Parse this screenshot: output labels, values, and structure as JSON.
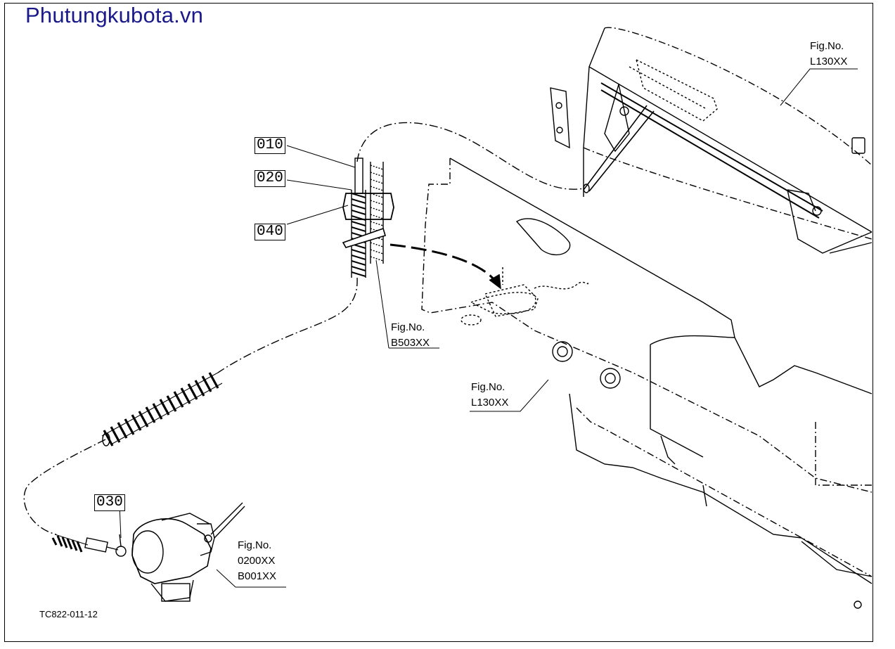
{
  "watermark": "Phutungkubota.vn",
  "drawing_code": "TC822-011-12",
  "part_numbers": [
    {
      "id": "010"
    },
    {
      "id": "020"
    },
    {
      "id": "040"
    },
    {
      "id": "030"
    }
  ],
  "fig_refs": [
    {
      "label": "Fig.No.",
      "codes": [
        "L130XX"
      ]
    },
    {
      "label": "Fig.No.",
      "codes": [
        "B503XX"
      ]
    },
    {
      "label": "Fig.No.",
      "codes": [
        "L130XX"
      ]
    },
    {
      "label": "Fig.No.",
      "codes": [
        "0200XX",
        "B001XX"
      ]
    }
  ]
}
